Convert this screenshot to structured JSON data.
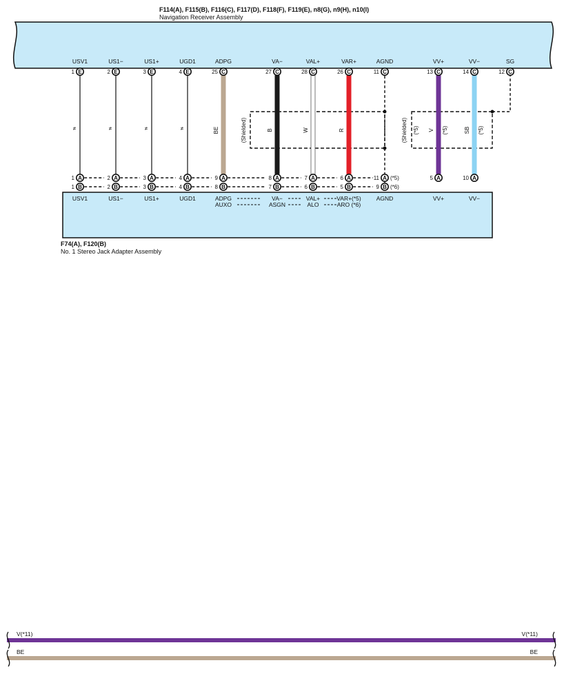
{
  "top_assembly": {
    "connectors": "F114(A), F115(B), F116(C), F117(D), F118(F), F119(E), n8(G), n9(H), n10(I)",
    "name": "Navigation Receiver Assembly"
  },
  "bottom_assembly": {
    "connectors": "F74(A), F120(B)",
    "name": "No. 1 Stereo Jack Adapter Assembly"
  },
  "colors": {
    "box_fill": "#c8eaf9",
    "wire_BE": "#bba791",
    "wire_B": "#1a1a1a",
    "wire_R": "#e32028",
    "wire_V": "#6e3496",
    "wire_SB": "#8dd3f3",
    "wire_W": "#ffffff"
  },
  "columns": [
    {
      "id": "usv1",
      "top_label": "USV1",
      "top_pin": "1",
      "top_conn": "E",
      "wire": "≠",
      "color": "thin",
      "bot_a_pin": "1",
      "bot_b_pin": "1",
      "bot_label": "USV1"
    },
    {
      "id": "us1m",
      "top_label": "US1−",
      "top_pin": "2",
      "top_conn": "E",
      "wire": "≠",
      "color": "thin",
      "bot_a_pin": "2",
      "bot_b_pin": "2",
      "bot_label": "US1−"
    },
    {
      "id": "us1p",
      "top_label": "US1+",
      "top_pin": "3",
      "top_conn": "E",
      "wire": "≠",
      "color": "thin",
      "bot_a_pin": "3",
      "bot_b_pin": "3",
      "bot_label": "US1+"
    },
    {
      "id": "ugd1",
      "top_label": "UGD1",
      "top_pin": "4",
      "top_conn": "E",
      "wire": "≠",
      "color": "thin",
      "bot_a_pin": "4",
      "bot_b_pin": "4",
      "bot_label": "UGD1"
    },
    {
      "id": "adpg",
      "top_label": "ADPG",
      "top_pin": "25",
      "top_conn": "C",
      "wire": "BE",
      "color": "BE",
      "bot_a_pin": "9",
      "bot_b_pin": "8",
      "bot_label": "ADPG",
      "bot_label2": "AUXO"
    },
    {
      "id": "vam",
      "top_label": "VA−",
      "top_pin": "27",
      "top_conn": "C",
      "wire": "B",
      "color": "B",
      "bot_a_pin": "8",
      "bot_b_pin": "7",
      "bot_label": "VA−",
      "bot_label2": "ASGN"
    },
    {
      "id": "valp",
      "top_label": "VAL+",
      "top_pin": "28",
      "top_conn": "C",
      "wire": "W",
      "color": "W",
      "bot_a_pin": "7",
      "bot_b_pin": "6",
      "bot_label": "VAL+",
      "bot_label2": "ALO"
    },
    {
      "id": "varp",
      "top_label": "VAR+",
      "top_pin": "26",
      "top_conn": "C",
      "wire": "R",
      "color": "R",
      "bot_a_pin": "6",
      "bot_b_pin": "5",
      "bot_label": "VAR+(*5)",
      "bot_label2": "ARO (*6)"
    },
    {
      "id": "agnd",
      "top_label": "AGND",
      "top_pin": "11",
      "top_conn": "C",
      "bot_a_pin": "11",
      "bot_b_pin": "9",
      "bot_a_note": "(*5)",
      "bot_b_note": "(*6)",
      "bot_label": "AGND"
    },
    {
      "id": "vvp",
      "top_label": "VV+",
      "top_pin": "13",
      "top_conn": "C",
      "wire": "V",
      "wire_note": "(*5)",
      "color": "V",
      "bot_a_pin": "5",
      "bot_label": "VV+"
    },
    {
      "id": "vvm",
      "top_label": "VV−",
      "top_pin": "14",
      "top_conn": "C",
      "wire": "SB",
      "wire_note": "(*5)",
      "color": "SB",
      "bot_a_pin": "10",
      "bot_label": "VV−"
    },
    {
      "id": "sg",
      "top_label": "SG",
      "top_pin": "12",
      "top_conn": "C"
    }
  ],
  "shield_left": {
    "label": "(Shielded)"
  },
  "shield_right": {
    "label": "(Shielded)",
    "note": "(*5)"
  },
  "bottom_bus": [
    {
      "name": "purple-bus",
      "color": "V",
      "left_label": "V(*11)",
      "right_label": "V(*11)"
    },
    {
      "name": "tan-bus",
      "color": "BE",
      "left_label": "BE",
      "right_label": "BE"
    }
  ]
}
